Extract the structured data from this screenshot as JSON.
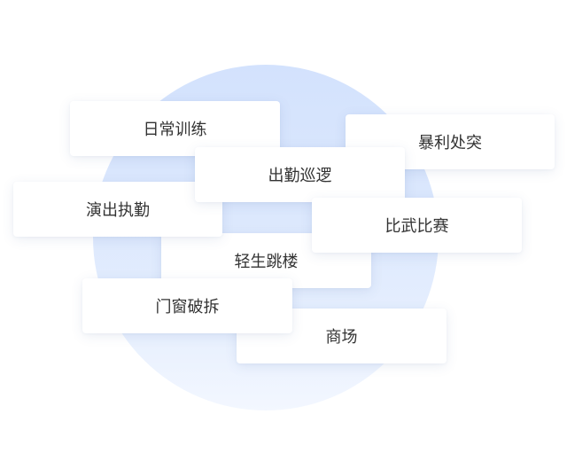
{
  "tags": [
    {
      "label": "日常训练"
    },
    {
      "label": "暴利处突"
    },
    {
      "label": "出勤巡逻"
    },
    {
      "label": "演出执勤"
    },
    {
      "label": "比武比赛"
    },
    {
      "label": "轻生跳楼"
    },
    {
      "label": "门窗破拆"
    },
    {
      "label": "商场"
    }
  ],
  "colors": {
    "circle": "#d6e4fd",
    "card": "#ffffff",
    "text": "#333333"
  }
}
